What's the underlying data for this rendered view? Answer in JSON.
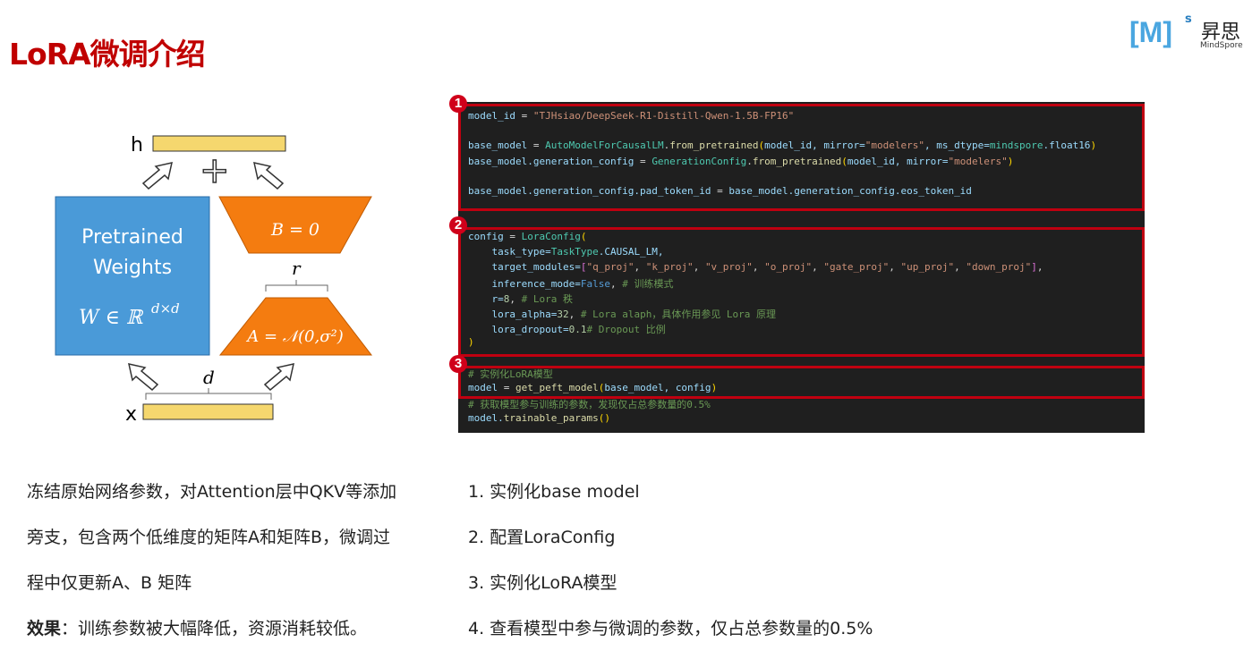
{
  "title": "LoRA微调介绍",
  "logo": {
    "bracket": "[M]",
    "sup": "s",
    "cn": "昇思",
    "en": "MindSpore"
  },
  "diagram": {
    "h": "h",
    "x": "x",
    "pretrained_1": "Pretrained",
    "pretrained_2": "Weights",
    "w_formula": "W ∈ ℝ",
    "w_sup": "d×d",
    "b_formula": "B = 0",
    "a_formula": "A = 𝒩(0,σ²)",
    "r": "r",
    "d": "d",
    "plus": "+"
  },
  "badges": [
    "1",
    "2",
    "3"
  ],
  "code_lines": [
    [
      [
        "model_id",
        "v"
      ],
      [
        " = ",
        "p"
      ],
      [
        "\"TJHsiao/DeepSeek-R1-Distill-Qwen-1.5B-FP16\"",
        "s"
      ]
    ],
    [
      [
        "base_model",
        "v"
      ],
      [
        " = ",
        "p"
      ],
      [
        "AutoModelForCausalLM",
        "c"
      ],
      [
        ".",
        "p"
      ],
      [
        "from_pretrained",
        "f"
      ],
      [
        "(",
        "y"
      ],
      [
        "model_id, mirror=",
        "v"
      ],
      [
        "\"modelers\"",
        "s"
      ],
      [
        ", ms_dtype=",
        "v"
      ],
      [
        "mindspore",
        "c"
      ],
      [
        ".float16",
        "v"
      ],
      [
        ")",
        "y"
      ]
    ],
    [
      [
        "base_model.generation_config",
        "v"
      ],
      [
        " = ",
        "p"
      ],
      [
        "GenerationConfig",
        "c"
      ],
      [
        ".",
        "p"
      ],
      [
        "from_pretrained",
        "f"
      ],
      [
        "(",
        "y"
      ],
      [
        "model_id, mirror=",
        "v"
      ],
      [
        "\"modelers\"",
        "s"
      ],
      [
        ")",
        "y"
      ]
    ],
    [
      [
        "base_model.generation_config.pad_token_id",
        "v"
      ],
      [
        " = ",
        "p"
      ],
      [
        "base_model.generation_config.eos_token_id",
        "v"
      ]
    ],
    [
      [
        "config",
        "v"
      ],
      [
        " = ",
        "p"
      ],
      [
        "LoraConfig",
        "c"
      ],
      [
        "(",
        "y"
      ]
    ],
    [
      [
        "    task_type=",
        "v"
      ],
      [
        "TaskType",
        "c"
      ],
      [
        ".CAUSAL_LM,",
        "v"
      ]
    ],
    [
      [
        "    target_modules=",
        "v"
      ],
      [
        "[",
        "pk"
      ],
      [
        "\"q_proj\"",
        "s"
      ],
      [
        ", ",
        "p"
      ],
      [
        "\"k_proj\"",
        "s"
      ],
      [
        ", ",
        "p"
      ],
      [
        "\"v_proj\"",
        "s"
      ],
      [
        ", ",
        "p"
      ],
      [
        "\"o_proj\"",
        "s"
      ],
      [
        ", ",
        "p"
      ],
      [
        "\"gate_proj\"",
        "s"
      ],
      [
        ", ",
        "p"
      ],
      [
        "\"up_proj\"",
        "s"
      ],
      [
        ", ",
        "p"
      ],
      [
        "\"down_proj\"",
        "s"
      ],
      [
        "]",
        "pk"
      ],
      [
        ",",
        "p"
      ]
    ],
    [
      [
        "    inference_mode=",
        "v"
      ],
      [
        "False",
        "k"
      ],
      [
        ", ",
        "p"
      ],
      [
        "# 训练模式",
        "m"
      ]
    ],
    [
      [
        "    r=",
        "v"
      ],
      [
        "8",
        "n"
      ],
      [
        ", ",
        "p"
      ],
      [
        "# Lora 秩",
        "m"
      ]
    ],
    [
      [
        "    lora_alpha=",
        "v"
      ],
      [
        "32",
        "n"
      ],
      [
        ", ",
        "p"
      ],
      [
        "# Lora alaph，具体作用参见 Lora 原理",
        "m"
      ]
    ],
    [
      [
        "    lora_dropout=",
        "v"
      ],
      [
        "0.1",
        "n"
      ],
      [
        "# Dropout 比例",
        "m"
      ]
    ],
    [
      [
        ")",
        "y"
      ]
    ],
    [
      [
        "# 实例化LoRA模型",
        "m"
      ]
    ],
    [
      [
        "model",
        "v"
      ],
      [
        " = ",
        "p"
      ],
      [
        "get_peft_model",
        "f"
      ],
      [
        "(",
        "y"
      ],
      [
        "base_model, config",
        "v"
      ],
      [
        ")",
        "y"
      ]
    ],
    [
      [
        "# 获取模型参与训练的参数，发现仅占总参数量的0.5%",
        "m"
      ]
    ],
    [
      [
        "model.",
        "v"
      ],
      [
        "trainable_params",
        "f"
      ],
      [
        "()",
        "y"
      ]
    ]
  ],
  "left_text": {
    "line1": "冻结原始网络参数，对Attention层中QKV等添加",
    "line2": "旁支，包含两个低维度的矩阵A和矩阵B，微调过",
    "line3": "程中仅更新A、B 矩阵",
    "effect_label": "效果",
    "effect_text": "：训练参数被大幅降低，资源消耗较低。"
  },
  "steps": [
    "1. 实例化base model",
    "2. 配置LoraConfig",
    "3. 实例化LoRA模型",
    "4. 查看模型中参与微调的参数，仅占总参数量的0.5%"
  ]
}
